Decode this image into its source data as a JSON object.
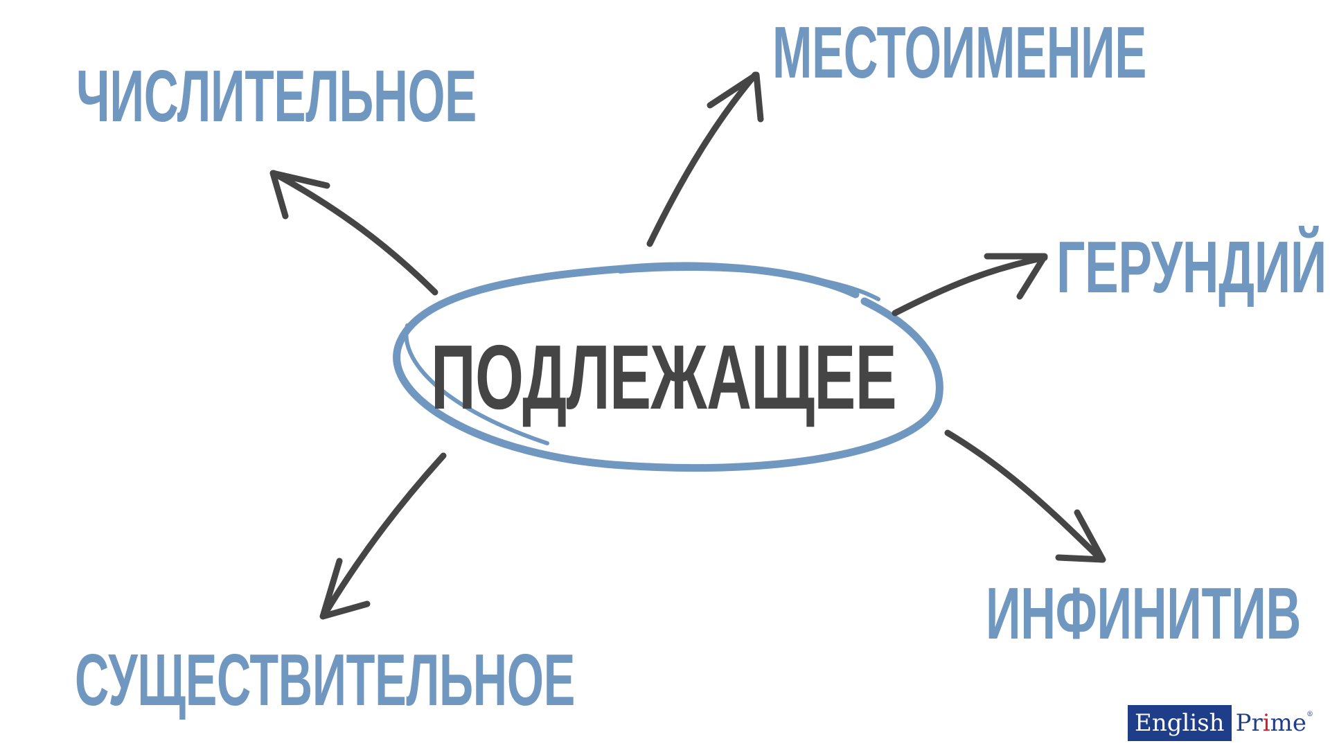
{
  "colors": {
    "term_blue": "#7097c0",
    "ink_dark": "#454545",
    "logo_blue": "#1f3e8a",
    "logo_red": "#d21f2b",
    "background": "#ffffff"
  },
  "center": {
    "label": "ПОДЛЕЖАЩЕЕ"
  },
  "terms": {
    "numeral": "ЧИСЛИТЕЛЬНОЕ",
    "pronoun": "МЕСТОИМЕНИЕ",
    "gerund": "ГЕРУНДИЙ",
    "infinitive": "ИНФИНИТИВ",
    "noun": "СУЩЕСТВИТЕЛЬНОЕ"
  },
  "logo": {
    "left_text": "English",
    "right_text_before": "Pr",
    "right_text_accent": "i",
    "right_text_after": "me",
    "registered_mark": "®"
  }
}
